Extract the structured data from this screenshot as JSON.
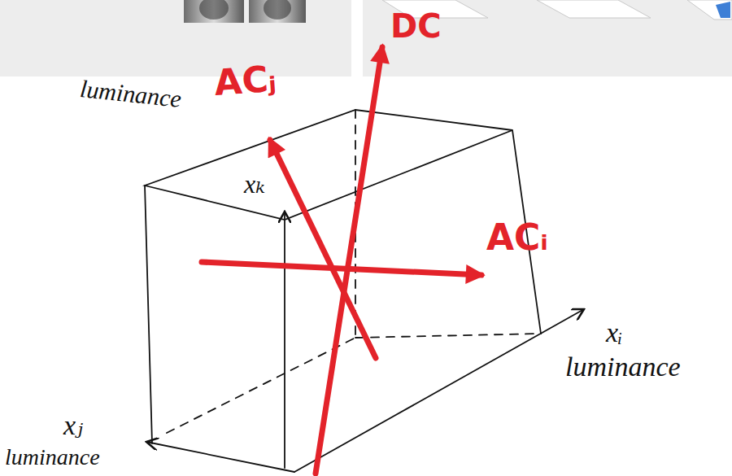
{
  "diagram": {
    "labels": [
      "luminance",
      "xₖ",
      "ACⱼ",
      "DC",
      "ACᵢ",
      "xⱼ",
      "luminance",
      "xᵢ",
      "luminance"
    ]
  }
}
